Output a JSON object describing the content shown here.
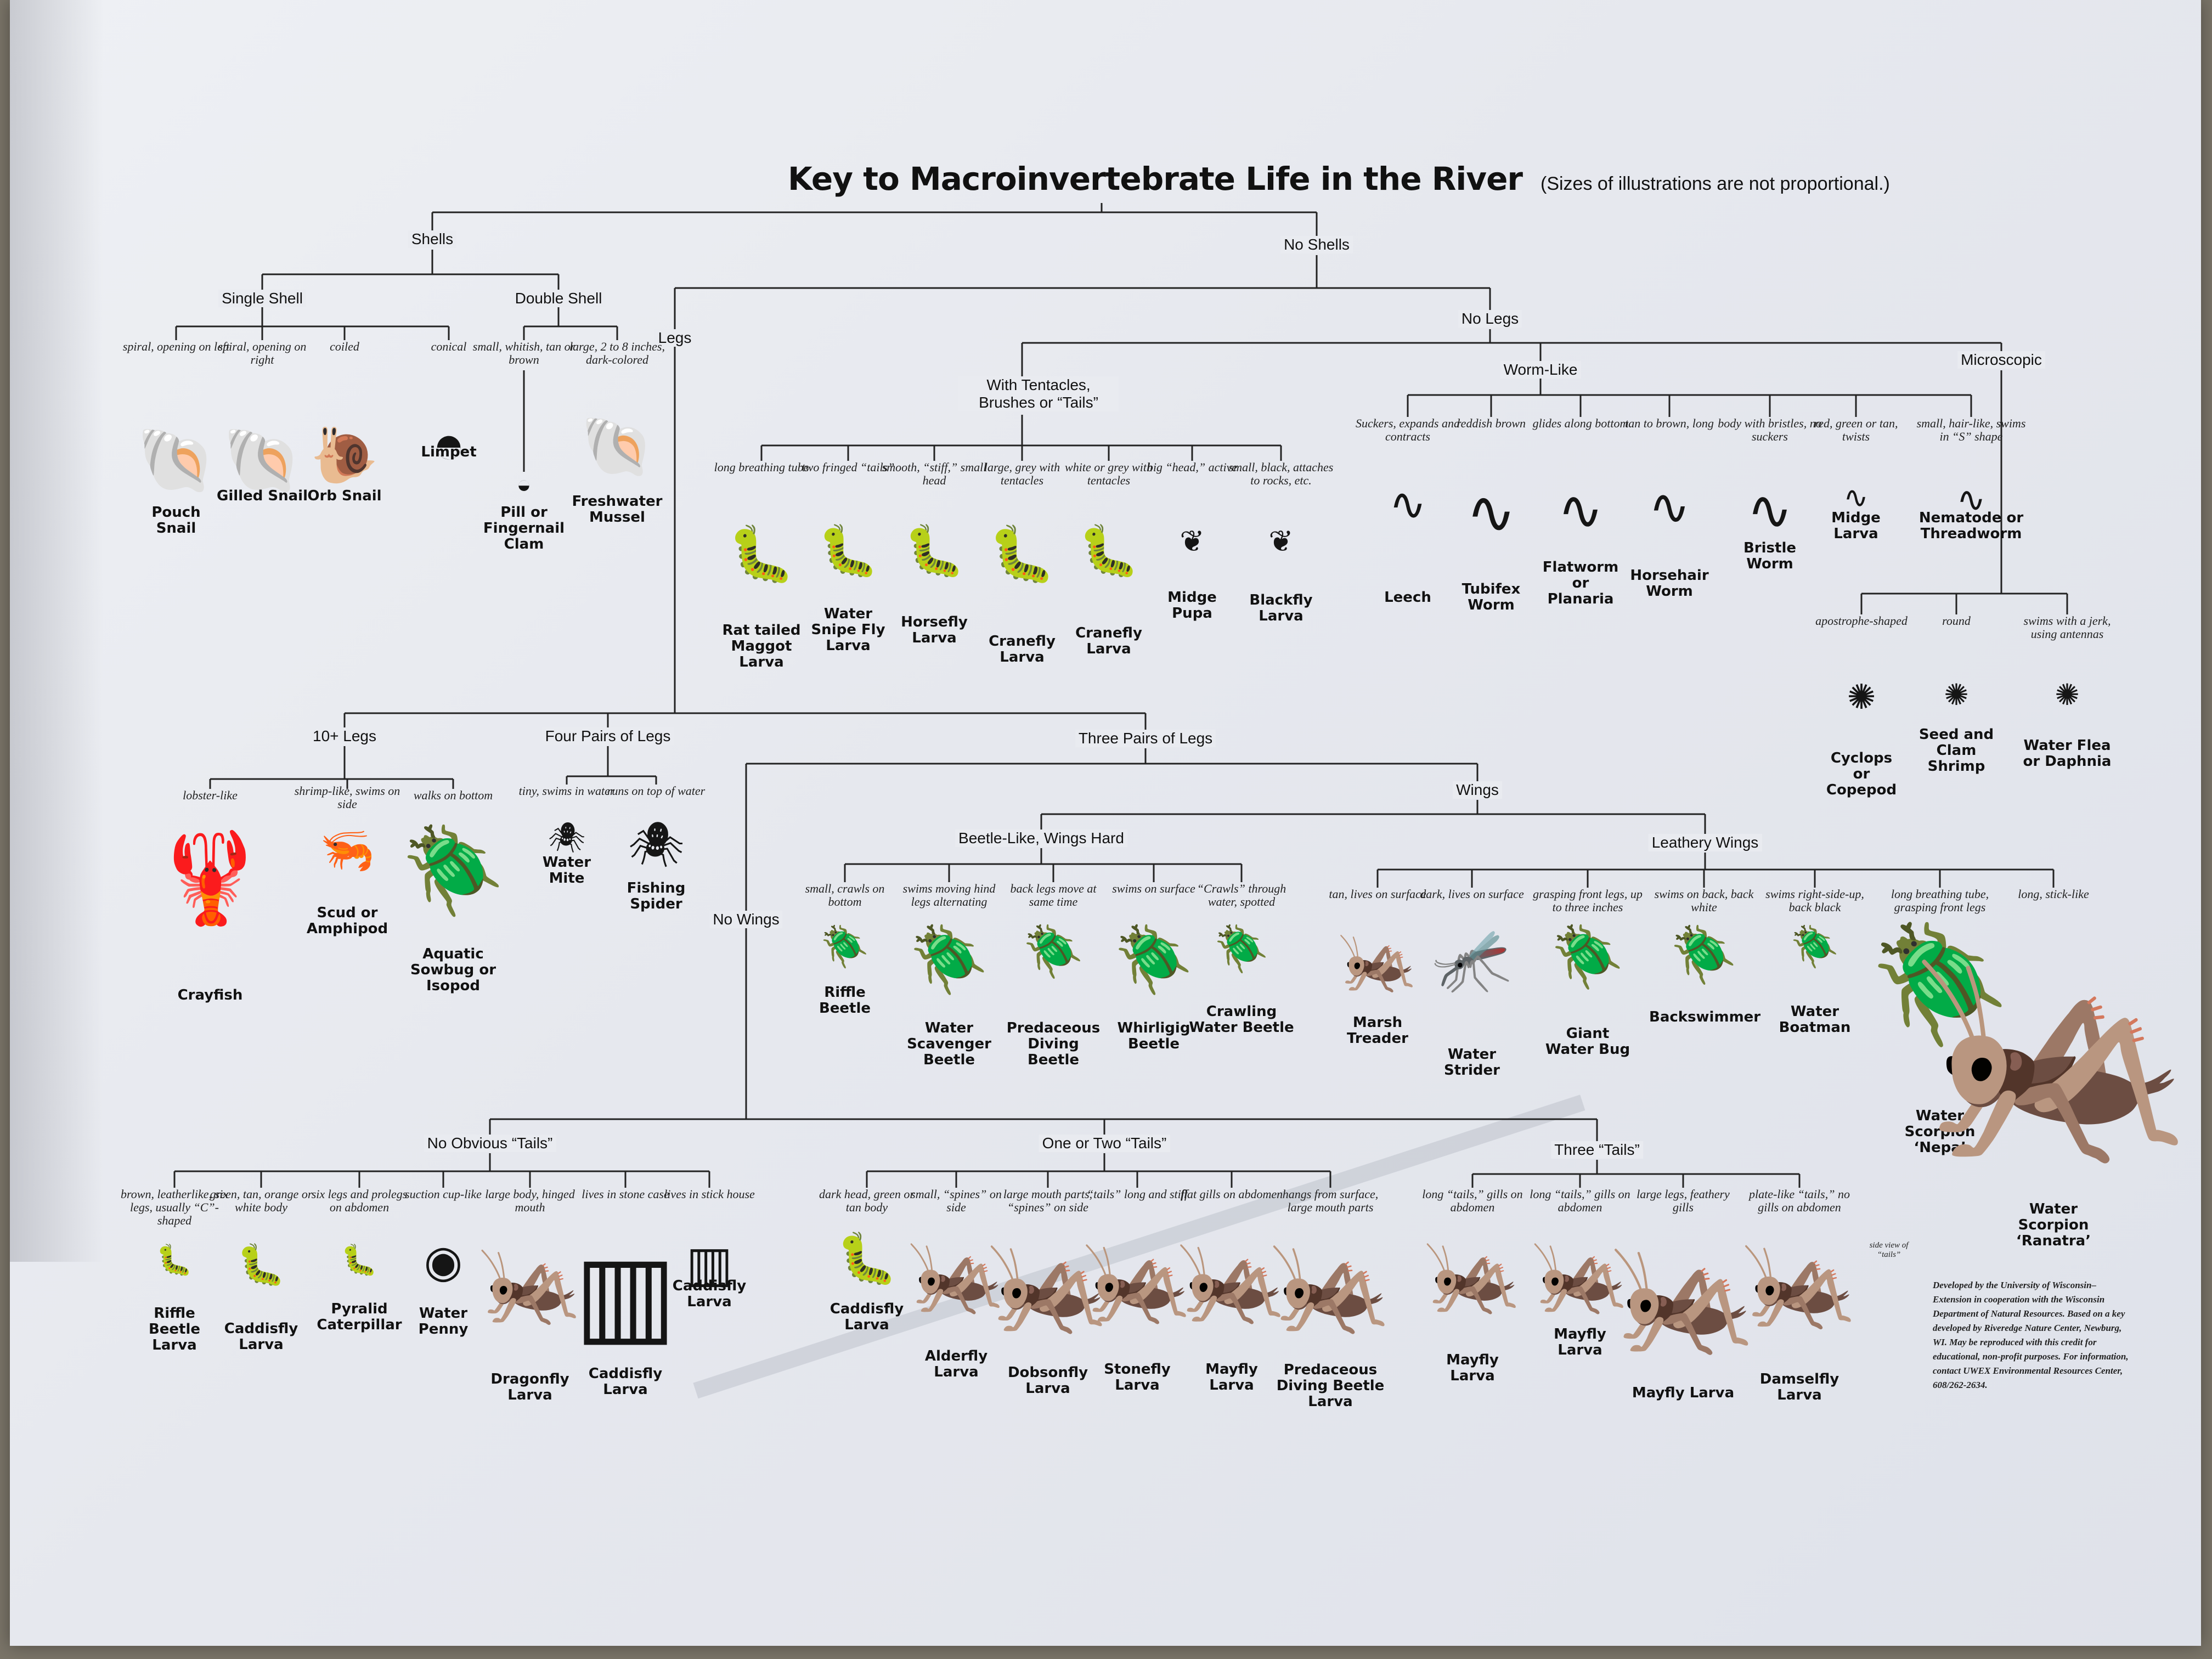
{
  "title": "Key to Macroinvertebrate Life in the River",
  "note": "(Sizes of illustrations are not proportional.)",
  "branches": {
    "shells": "Shells",
    "no_shells": "No Shells",
    "single_shell": "Single Shell",
    "double_shell": "Double Shell",
    "legs": "Legs",
    "no_legs": "No Legs",
    "tentacles": "With Tentacles, Brushes or “Tails”",
    "worm_like": "Worm-Like",
    "microscopic": "Microscopic",
    "ten_legs": "10+ Legs",
    "four_pairs": "Four Pairs of Legs",
    "three_pairs": "Three Pairs of Legs",
    "wings": "Wings",
    "no_wings": "No Wings",
    "beetle_like": "Beetle-Like, Wings Hard",
    "leathery": "Leathery Wings",
    "no_tails": "No Obvious “Tails”",
    "one_two_tails": "One or Two “Tails”",
    "three_tails": "Three “Tails”"
  },
  "organisms": [
    {
      "desc": "spiral, opening on left",
      "name": "Pouch\nSnail",
      "icon": "shell"
    },
    {
      "desc": "spiral, opening on right",
      "name": "Gilled Snail",
      "icon": "shell"
    },
    {
      "desc": "coiled",
      "name": "Orb Snail",
      "icon": "snail"
    },
    {
      "desc": "conical",
      "name": "Limpet",
      "icon": "limpet"
    },
    {
      "desc": "small, whitish, tan or brown",
      "name": "Pill or\nFingernail\nClam",
      "icon": "clam"
    },
    {
      "desc": "large, 2 to 8 inches, dark-colored",
      "name": "Freshwater\nMussel",
      "icon": "mussel"
    },
    {
      "desc": "long breathing tube",
      "name": "Rat tailed\nMaggot\nLarva",
      "icon": "larva"
    },
    {
      "desc": "two fringed “tails”",
      "name": "Water\nSnipe Fly\nLarva",
      "icon": "larva"
    },
    {
      "desc": "smooth, “stiff,” small head",
      "name": "Horsefly\nLarva",
      "icon": "larva"
    },
    {
      "desc": "large, grey with tentacles",
      "name": "Cranefly\nLarva",
      "icon": "larva"
    },
    {
      "desc": "white or grey with tentacles",
      "name": "Cranefly\nLarva",
      "icon": "larva"
    },
    {
      "desc": "big “head,” active",
      "name": "Midge\nPupa",
      "icon": "pupa"
    },
    {
      "desc": "small, black, attaches to rocks, etc.",
      "name": "Blackfly\nLarva",
      "icon": "pupa"
    },
    {
      "desc": "Suckers, expands and contracts",
      "name": "Leech",
      "icon": "worm"
    },
    {
      "desc": "reddish brown",
      "name": "Tubifex\nWorm",
      "icon": "worm"
    },
    {
      "desc": "glides along bottom",
      "name": "Flatworm\nor\nPlanaria",
      "icon": "worm"
    },
    {
      "desc": "tan to brown, long",
      "name": "Horsehair\nWorm",
      "icon": "worm"
    },
    {
      "desc": "body with bristles, no suckers",
      "name": "Bristle\nWorm",
      "icon": "worm"
    },
    {
      "desc": "red, green or tan, twists",
      "name": "Midge\nLarva",
      "icon": "worm"
    },
    {
      "desc": "small, hair-like, swims in “S” shape",
      "name": "Nematode or\nThreadworm",
      "icon": "worm"
    },
    {
      "desc": "apostrophe-shaped",
      "name": "Cyclops\nor\nCopepod",
      "icon": "tiny"
    },
    {
      "desc": "round",
      "name": "Seed and\nClam\nShrimp",
      "icon": "tiny"
    },
    {
      "desc": "swims with a jerk, using antennas",
      "name": "Water Flea\nor Daphnia",
      "icon": "tiny"
    },
    {
      "desc": "lobster-like",
      "name": "Crayfish",
      "icon": "crayfish"
    },
    {
      "desc": "shrimp-like, swims on side",
      "name": "Scud or\nAmphipod",
      "icon": "shrimp"
    },
    {
      "desc": "walks on bottom",
      "name": "Aquatic\nSowbug or\nIsopod",
      "icon": "bug"
    },
    {
      "desc": "tiny, swims in water",
      "name": "Water\nMite",
      "icon": "spider"
    },
    {
      "desc": "runs on top of water",
      "name": "Fishing\nSpider",
      "icon": "spider"
    },
    {
      "desc": "small, crawls on bottom",
      "name": "Riffle\nBeetle",
      "icon": "beetle"
    },
    {
      "desc": "swims moving hind legs alternating",
      "name": "Water\nScavenger\nBeetle",
      "icon": "beetle"
    },
    {
      "desc": "back legs move at same time",
      "name": "Predaceous\nDiving\nBeetle",
      "icon": "beetle"
    },
    {
      "desc": "swims on surface",
      "name": "Whirligig\nBeetle",
      "icon": "beetle"
    },
    {
      "desc": "“Crawls” through water, spotted",
      "name": "Crawling\nWater Beetle",
      "icon": "beetle"
    },
    {
      "desc": "tan, lives on surface",
      "name": "Marsh\nTreader",
      "icon": "stick"
    },
    {
      "desc": "dark, lives on surface",
      "name": "Water\nStrider",
      "icon": "strider"
    },
    {
      "desc": "grasping front legs, up to three inches",
      "name": "Giant\nWater Bug",
      "icon": "bug"
    },
    {
      "desc": "swims on back, back white",
      "name": "Backswimmer",
      "icon": "bug"
    },
    {
      "desc": "swims right-side-up, back black",
      "name": "Water\nBoatman",
      "icon": "bug"
    },
    {
      "desc": "long breathing tube, grasping front legs",
      "name": "Water\nScorpion\n‘Nepa’",
      "icon": "bug"
    },
    {
      "desc": "long, stick-like",
      "name": "Water\nScorpion\n‘Ranatra’",
      "icon": "stick"
    },
    {
      "desc": "brown, leatherlike, six legs, usually “C”-shaped",
      "name": "Riffle\nBeetle\nLarva",
      "icon": "larva"
    },
    {
      "desc": "green, tan, orange or white body",
      "name": "Caddisfly\nLarva",
      "icon": "larva"
    },
    {
      "desc": "six legs and prolegs on abdomen",
      "name": "Pyralid\nCaterpillar",
      "icon": "larva"
    },
    {
      "desc": "suction cup-like",
      "name": "Water\nPenny",
      "icon": "penny"
    },
    {
      "desc": "large body, hinged mouth",
      "name": "Dragonfly\nLarva",
      "icon": "nymph"
    },
    {
      "desc": "lives in stone case",
      "name": "Caddisfly\nLarva",
      "icon": "case"
    },
    {
      "desc": "lives in stick house",
      "name": "Caddisfly\nLarva",
      "icon": "case"
    },
    {
      "desc": "dark head, green or tan body",
      "name": "Caddisfly\nLarva",
      "icon": "larva"
    },
    {
      "desc": "small, “spines” on side",
      "name": "Alderfly\nLarva",
      "icon": "nymph"
    },
    {
      "desc": "large mouth parts, “spines” on side",
      "name": "Dobsonfly\nLarva",
      "icon": "nymph"
    },
    {
      "desc": "“tails” long and stiff",
      "name": "Stonefly\nLarva",
      "icon": "nymph"
    },
    {
      "desc": "flat gills on abdomen",
      "name": "Mayfly\nLarva",
      "icon": "nymph"
    },
    {
      "desc": "hangs from surface, large mouth parts",
      "name": "Predaceous\nDiving Beetle\nLarva",
      "icon": "nymph"
    },
    {
      "desc": "long “tails,” gills on abdomen",
      "name": "Mayfly\nLarva",
      "icon": "nymph"
    },
    {
      "desc": "long “tails,” gills on abdomen",
      "name": "Mayfly\nLarva",
      "icon": "nymph"
    },
    {
      "desc": "large legs, feathery gills",
      "name": "Mayfly Larva",
      "icon": "nymph"
    },
    {
      "desc": "plate-like “tails,” no gills on abdomen",
      "name": "Damselfly\nLarva",
      "icon": "nymph"
    }
  ],
  "side_view": "side view of “tails”",
  "credit": "Developed by the University of Wisconsin–Extension in cooperation with the Wisconsin Department of Natural Resources. Based on a key developed by Riveredge Nature Center, Newburg, WI. May be reproduced with this credit for educational, non-profit purposes. For information, contact UWEX Environmental Resources Center, 608/262-2634.",
  "colors": {
    "paper": "#e9ebf0",
    "ink": "#151515",
    "background": "#7a7468"
  },
  "icons": {
    "shell": "🐚",
    "snail": "🐌",
    "limpet": "◓",
    "clam": "◒",
    "mussel": "🐚",
    "larva": "🐛",
    "pupa": "❦",
    "worm": "∿",
    "tiny": "✺",
    "crayfish": "🦞",
    "shrimp": "🦐",
    "bug": "🪲",
    "spider": "🕷",
    "beetle": "🪲",
    "stick": "🦗",
    "strider": "🦟",
    "penny": "◉",
    "nymph": "🦗",
    "case": "▥"
  }
}
